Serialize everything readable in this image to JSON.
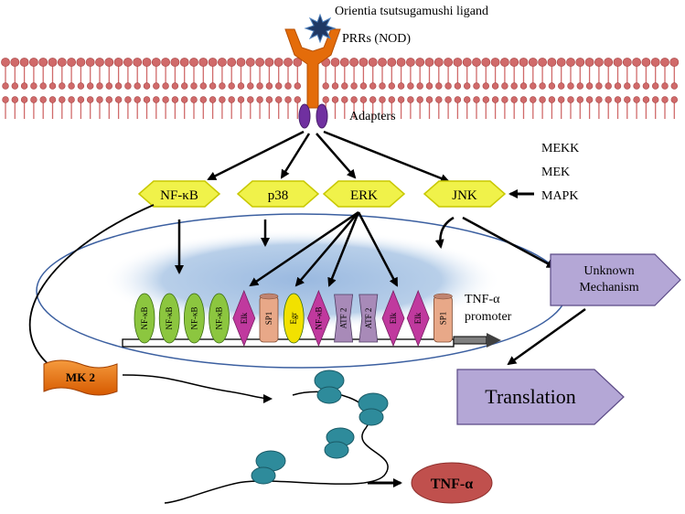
{
  "ligand_label": "Orientia tsutsugamushi ligand",
  "receptor_label": "PRRs (NOD)",
  "adapters_label": "Adapters",
  "kinases": [
    "NF-κB",
    "p38",
    "ERK",
    "JNK"
  ],
  "upstream": [
    "MEKK",
    "MEK",
    "MAPK"
  ],
  "promoter_label_line1": "TNF-α",
  "promoter_label_line2": "promoter",
  "promoter_elements": [
    {
      "label": "NF-κB",
      "shape": "oval",
      "color": "#8cc63f"
    },
    {
      "label": "NF-κB",
      "shape": "oval",
      "color": "#8cc63f"
    },
    {
      "label": "NF-κB",
      "shape": "oval",
      "color": "#8cc63f"
    },
    {
      "label": "NF-κB",
      "shape": "oval",
      "color": "#8cc63f"
    },
    {
      "label": "Elk",
      "shape": "diamond",
      "color": "#c0399e"
    },
    {
      "label": "SP1",
      "shape": "cylinder",
      "color": "#e8a888"
    },
    {
      "label": "Egr",
      "shape": "oval",
      "color": "#f2e100"
    },
    {
      "label": "NF-κB",
      "shape": "diamond",
      "color": "#c0399e"
    },
    {
      "label": "ATF 2",
      "shape": "hex",
      "color": "#a88ab8"
    },
    {
      "label": "ATF 2",
      "shape": "hex",
      "color": "#a88ab8"
    },
    {
      "label": "Elk",
      "shape": "diamond",
      "color": "#c0399e"
    },
    {
      "label": "Elk",
      "shape": "diamond",
      "color": "#c0399e"
    },
    {
      "label": "SP1",
      "shape": "cylinder",
      "color": "#e8a888"
    }
  ],
  "unknown_line1": "Unknown",
  "unknown_line2": "Mechanism",
  "translation_label": "Translation",
  "mk2_label": "MK 2",
  "tnf_label": "TNF-α",
  "colors": {
    "membrane": "#d06a6a",
    "receptor": "#e46c0a",
    "adapter": "#7030a0",
    "kinase": "#f0f24a",
    "nucleus_border": "#3b5fa0",
    "ribosome": "#2e8b9b",
    "process_box": "#b4a7d6",
    "mk2": "#e46c0a",
    "tnf": "#c0504d"
  }
}
